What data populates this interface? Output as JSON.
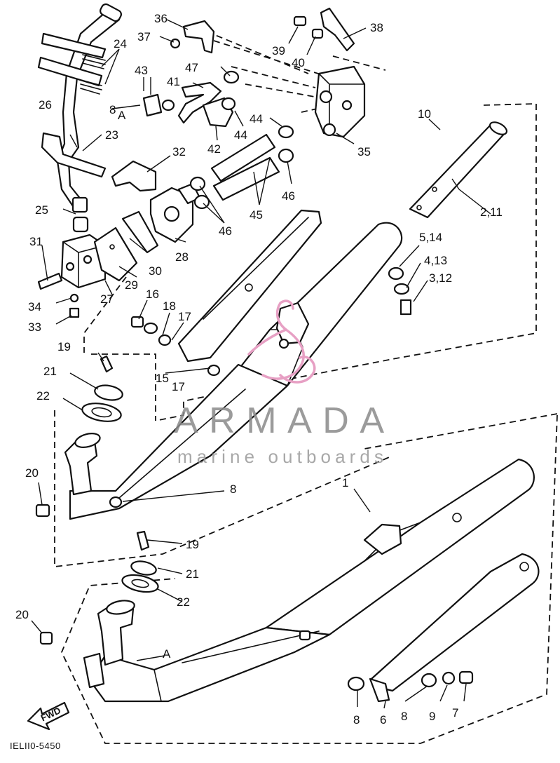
{
  "callouts": [
    "1",
    "2,11",
    "3,12",
    "4,13",
    "5,14",
    "6",
    "7",
    "8",
    "9",
    "10",
    "15",
    "16",
    "17",
    "18",
    "19",
    "20",
    "21",
    "22",
    "23",
    "24",
    "25",
    "26",
    "27",
    "28",
    "29",
    "30",
    "31",
    "32",
    "33",
    "34",
    "35",
    "36",
    "37",
    "38",
    "39",
    "40",
    "41",
    "42",
    "43",
    "44",
    "45",
    "46",
    "47",
    "A",
    "FWD"
  ],
  "watermark": {
    "brand": "ARMADA",
    "tagline": "marine outboards",
    "accent_color": "#e7a0c4",
    "text_color": "#8a8a8a"
  },
  "drawing_code": "IELII0-5450"
}
